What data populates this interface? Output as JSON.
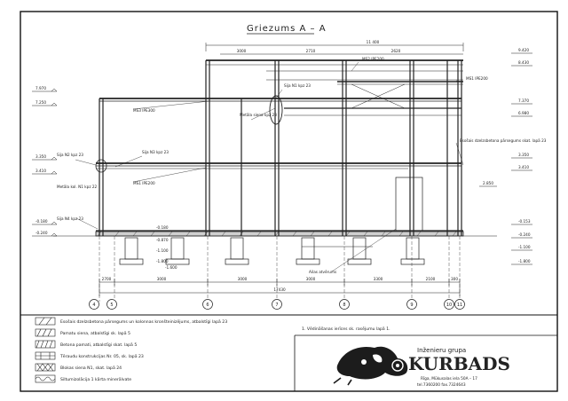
{
  "drawing": {
    "title": "Griezums A – A",
    "note": "1. Vēdināšanas ierīces sk. rasējumu lapā 1.",
    "axes": [
      "4",
      "5",
      "6",
      "7",
      "8",
      "9",
      "10",
      "11"
    ],
    "dims_bottom": [
      "2700",
      "3000",
      "3000",
      "3000",
      "3300",
      "2100",
      "300",
      "17430"
    ],
    "dims_top": [
      "11 400",
      "3000",
      "2710",
      "2620"
    ],
    "labels": {
      "beam_top": "Sija N1 kpz 23",
      "beam_mid": "Sija N2 kpz 23",
      "beam_left": "Sija N3 kpz 23",
      "beam_low": "Sija N4 kpz 23",
      "rigel_1": "MS2 IPE200",
      "rigel_2": "MS3 IPE300",
      "rigel_3": "MS1 IPE200",
      "rigel_4": "MS1 IPE200",
      "wall": "Metāla siena kpz 23",
      "column": "Metāla kol. N1 kpz 22",
      "slab": "Esošais dzelzsbetona pārsegums skat. lapā 23",
      "opening": "Ailas atvērums"
    },
    "elev_left": [
      "7.970",
      "7.250",
      "3.350",
      "3.410",
      "-0.180",
      "-0.240"
    ],
    "elev_right": [
      "9.420",
      "8.430",
      "7.370",
      "6.980",
      "3.350",
      "3.410",
      "2.850",
      "-0.153",
      "-0.240",
      "-1.100",
      "-1.800"
    ],
    "elev_inner": [
      "-0.180",
      "-0.870",
      "-1.100",
      "-1.800",
      "-1.600"
    ]
  },
  "legend": [
    {
      "text": "Esošais dzelzsbetona pārsegums un kolonnas kronšteinizējums, atbalstīgi lapā 23"
    },
    {
      "text": "Pamatu siena, atbalstīgi sk. lapā 5"
    },
    {
      "text": "Betona pamati, atbalstīgi skat. lapā 5"
    },
    {
      "text": "Tēraudu konstrukcijas Nr. 05, sk. lapā 23"
    },
    {
      "text": "Blokas siena N1, skat. lapā 24"
    },
    {
      "text": "Siltumizolācija 1 kārta minerālvate"
    }
  ],
  "company": {
    "name_small": "Inženieru grupa",
    "name_big": "KURBADS",
    "address": "Rīga, Mūkusalas iela 50A – 17",
    "phones": "tel.7360200 fax.7324643"
  }
}
